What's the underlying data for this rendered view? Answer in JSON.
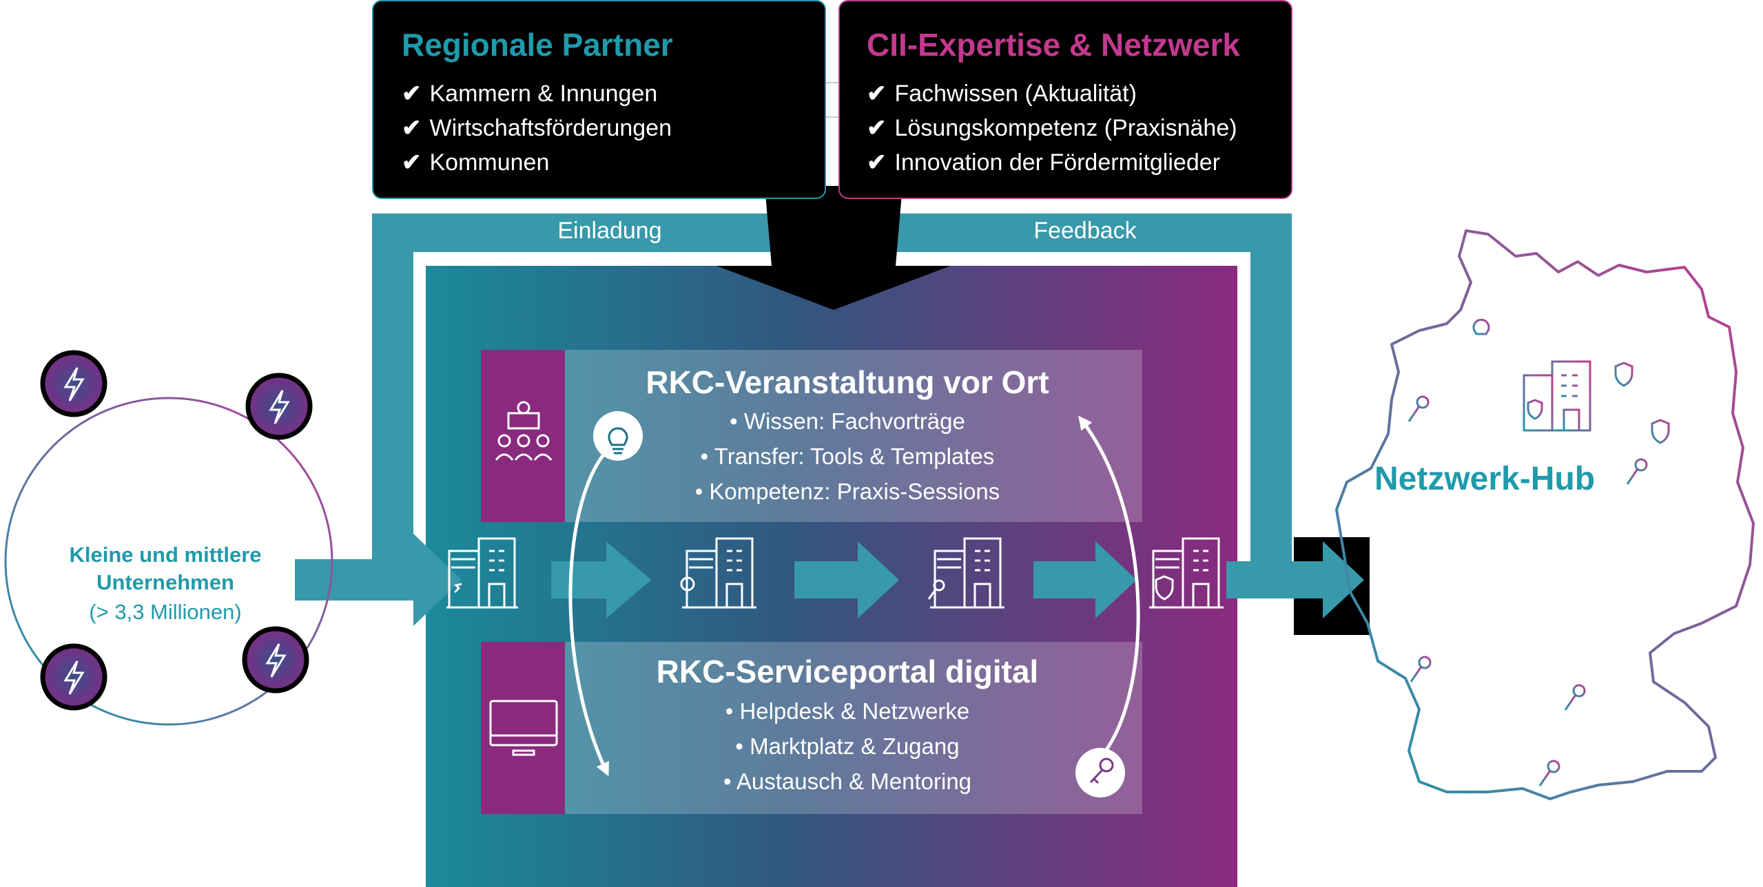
{
  "regional": {
    "title": "Regionale Partner",
    "items": [
      "Kammern & Innungen",
      "Wirtschaftsförderungen",
      "Kommunen"
    ]
  },
  "cii": {
    "title": "CII-Expertise & Netzwerk",
    "items": [
      "Fachwissen (Aktualität)",
      "Lösungskompetenz (Praxisnähe)",
      "Innovation der Fördermitglieder"
    ]
  },
  "flow": {
    "left_label": "Einladung",
    "right_label": "Feedback"
  },
  "event": {
    "title": "RKC-Veranstaltung vor Ort",
    "bullets": [
      "• Wissen: Fachvorträge",
      "• Transfer: Tools & Templates",
      "• Kompetenz: Praxis-Sessions"
    ]
  },
  "portal": {
    "title": "RKC-Serviceportal digital",
    "bullets": [
      "• Helpdesk & Netzwerke",
      "• Marktplatz & Zugang",
      "• Austausch & Mentoring"
    ]
  },
  "sme": {
    "title_line1": "Kleine und mittlere",
    "title_line2": "Unternehmen",
    "count": "(> 3,3 Millionen)"
  },
  "hub": {
    "title": "Netzwerk-Hub"
  },
  "colors": {
    "teal": "#1f9aab",
    "magenta": "#c2398f",
    "dark": "#000000",
    "purple": "#8a2a7e"
  },
  "icons": [
    "check-icon",
    "lightning-icon",
    "building-icon",
    "lightbulb-icon",
    "key-icon",
    "shield-icon",
    "audience-icon",
    "monitor-icon",
    "germany-map"
  ]
}
